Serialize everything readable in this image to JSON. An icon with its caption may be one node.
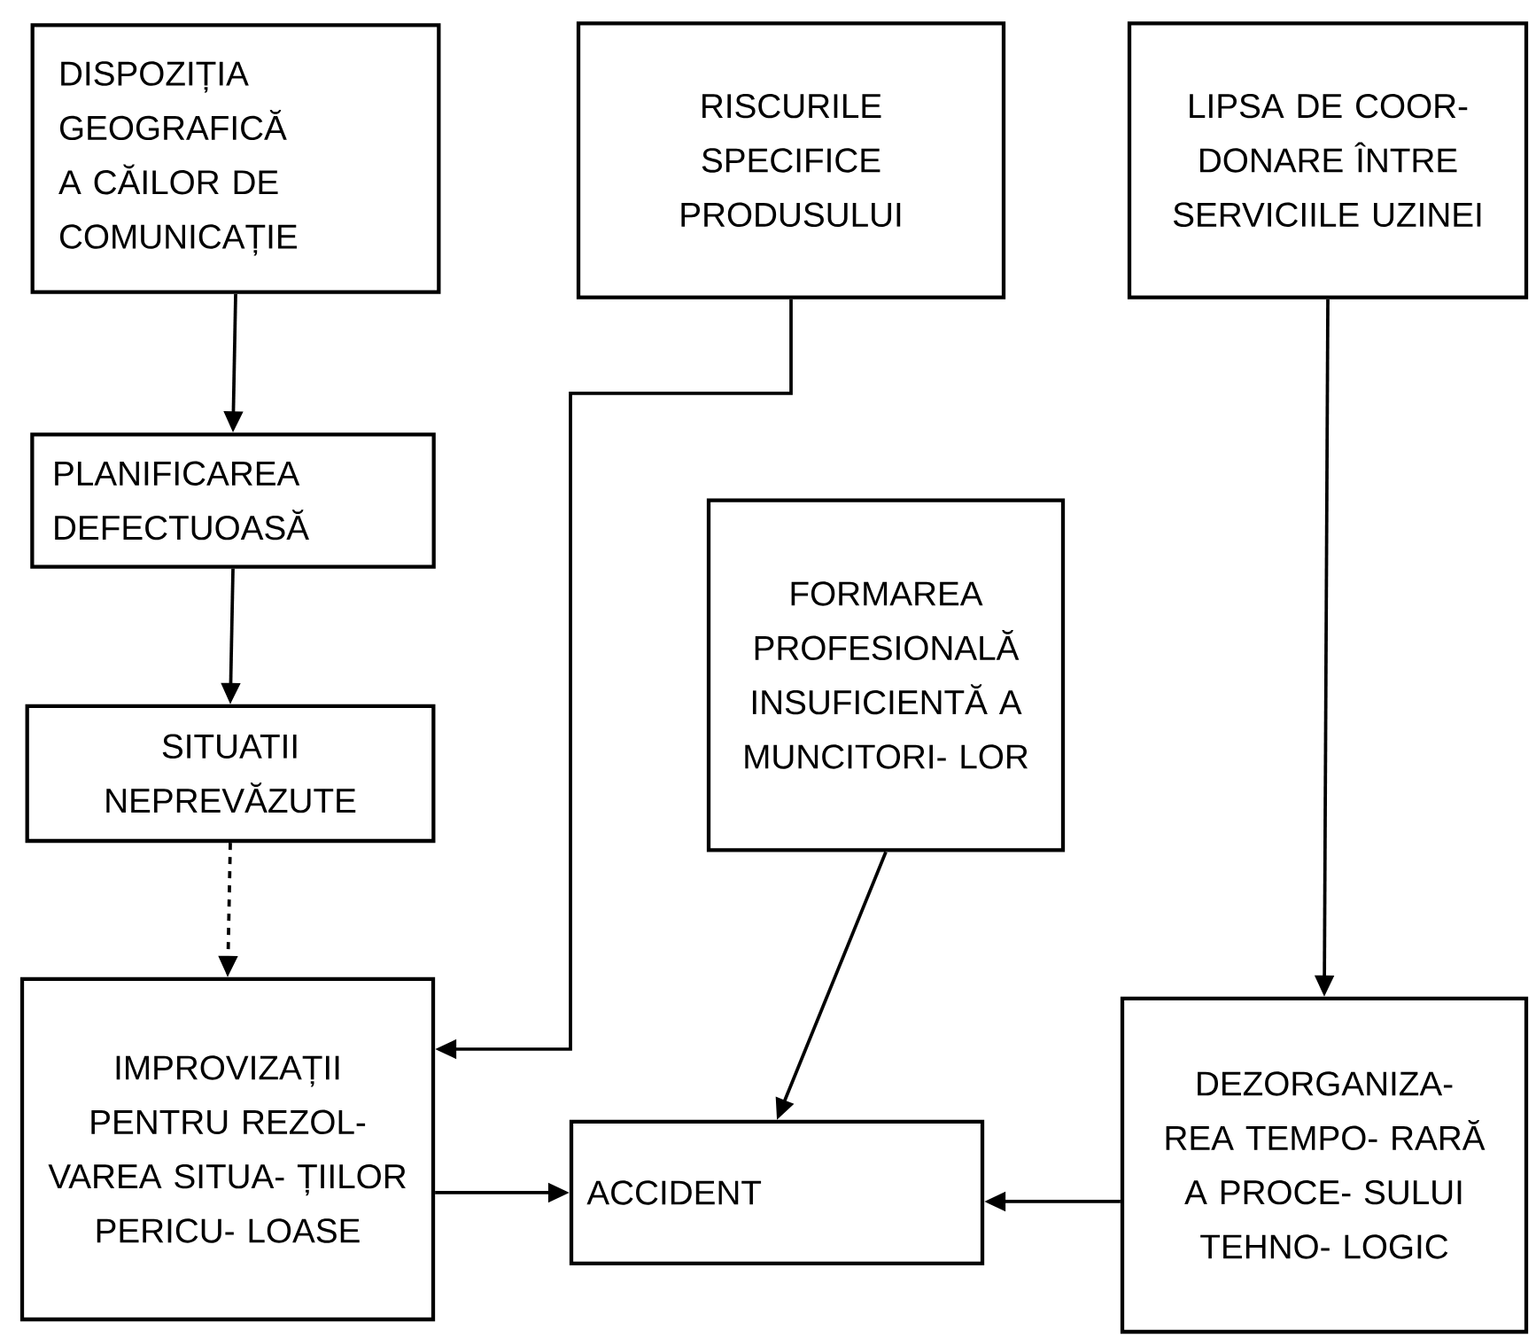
{
  "diagram": {
    "nodes": [
      {
        "text": [
          "DISPOZIȚIA GEOGRAFICĂ A CĂILOR DE COMUNICAȚIE"
        ]
      },
      {
        "text": [
          "RISCURILE SPECIFICE PRODUSULUI"
        ]
      },
      {
        "text": [
          "LIPSA DE COOR- DONARE ÎNTRE SERVICIILE UZINEI"
        ]
      },
      {
        "text": [
          "PLANIFICAREA DEFECTUOASĂ"
        ]
      },
      {
        "text": [
          "FORMAREA PROFESIONALĂ INSUFICIENTĂ A MUNCITORI- LOR"
        ]
      },
      {
        "text": [
          "SITUATII NEPREVĂZUTE"
        ]
      },
      {
        "text": [
          "IMPROVIZAȚII PENTRU REZOL- VAREA SITUA- ȚIILOR PERICU- LOASE"
        ]
      },
      {
        "text": [
          "ACCIDENT"
        ]
      },
      {
        "text": [
          "DEZORGANIZA- REA TEMPO- RARĂ A PROCE- SULUI TEHNO- LOGIC"
        ]
      }
    ],
    "edges": [
      {
        "from": 0,
        "to": 3,
        "arrow": "to"
      },
      {
        "from": 3,
        "to": 5,
        "arrow": "to"
      },
      {
        "from": 5,
        "to": 6,
        "arrow": "to",
        "style": "dashed"
      },
      {
        "from": 1,
        "to": 6,
        "arrow": "to"
      },
      {
        "from": 2,
        "to": 8,
        "arrow": "to"
      },
      {
        "from": 4,
        "to": 7,
        "arrow": "to"
      },
      {
        "from": 6,
        "to": 7,
        "arrow": "to"
      },
      {
        "from": 8,
        "to": 7,
        "arrow": "to"
      }
    ]
  }
}
